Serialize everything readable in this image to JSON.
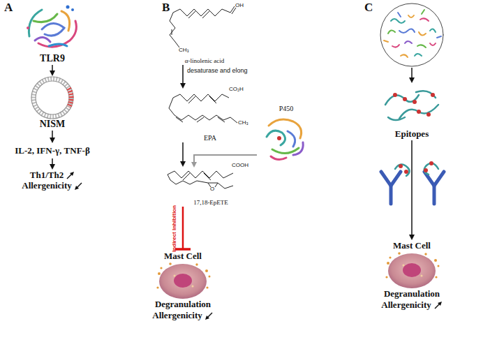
{
  "diagram": {
    "nodes": [
      {
        "text": [
          "TLR9"
        ]
      },
      {
        "text": [
          "NISM"
        ]
      },
      {
        "text": [
          "IL-2, IFN-γ, TNF-β"
        ]
      },
      {
        "text": [
          "Th1/Th2",
          "Allergenicity"
        ]
      },
      {
        "text": [
          "α-linolenic acid"
        ]
      },
      {
        "text": [
          "EPA"
        ]
      },
      {
        "text": [
          "P450"
        ]
      },
      {
        "text": [
          "17,18-EpETE"
        ]
      },
      {
        "text": [
          "Mast Cell",
          "Degranulation",
          "Allergenicity"
        ]
      },
      {
        "text": [
          "Epitopes"
        ]
      },
      {
        "text": [
          "Mast Cell",
          "Degranulation",
          "Allergenicity"
        ]
      }
    ],
    "edges": [
      {
        "from": 0,
        "to": 1,
        "arrow": "to"
      },
      {
        "from": 1,
        "to": 2,
        "arrow": "to"
      },
      {
        "from": 2,
        "to": 3,
        "arrow": "to"
      },
      {
        "from": 4,
        "to": 5,
        "label": "desaturase and elong",
        "arrow": "to"
      },
      {
        "from": 5,
        "to": 7,
        "arrow": "to"
      },
      {
        "from": 6,
        "to": 7,
        "arrow": "to"
      },
      {
        "from": 7,
        "to": 8,
        "label": "Indirect Inhibition",
        "arrow": "to"
      },
      {
        "from": 9,
        "to": 10,
        "arrow": "to"
      }
    ],
    "labels": [
      "A",
      "B",
      "C",
      "OH",
      "CH₃",
      "CO₂H",
      "CH₃",
      "COOH",
      "O"
    ]
  }
}
